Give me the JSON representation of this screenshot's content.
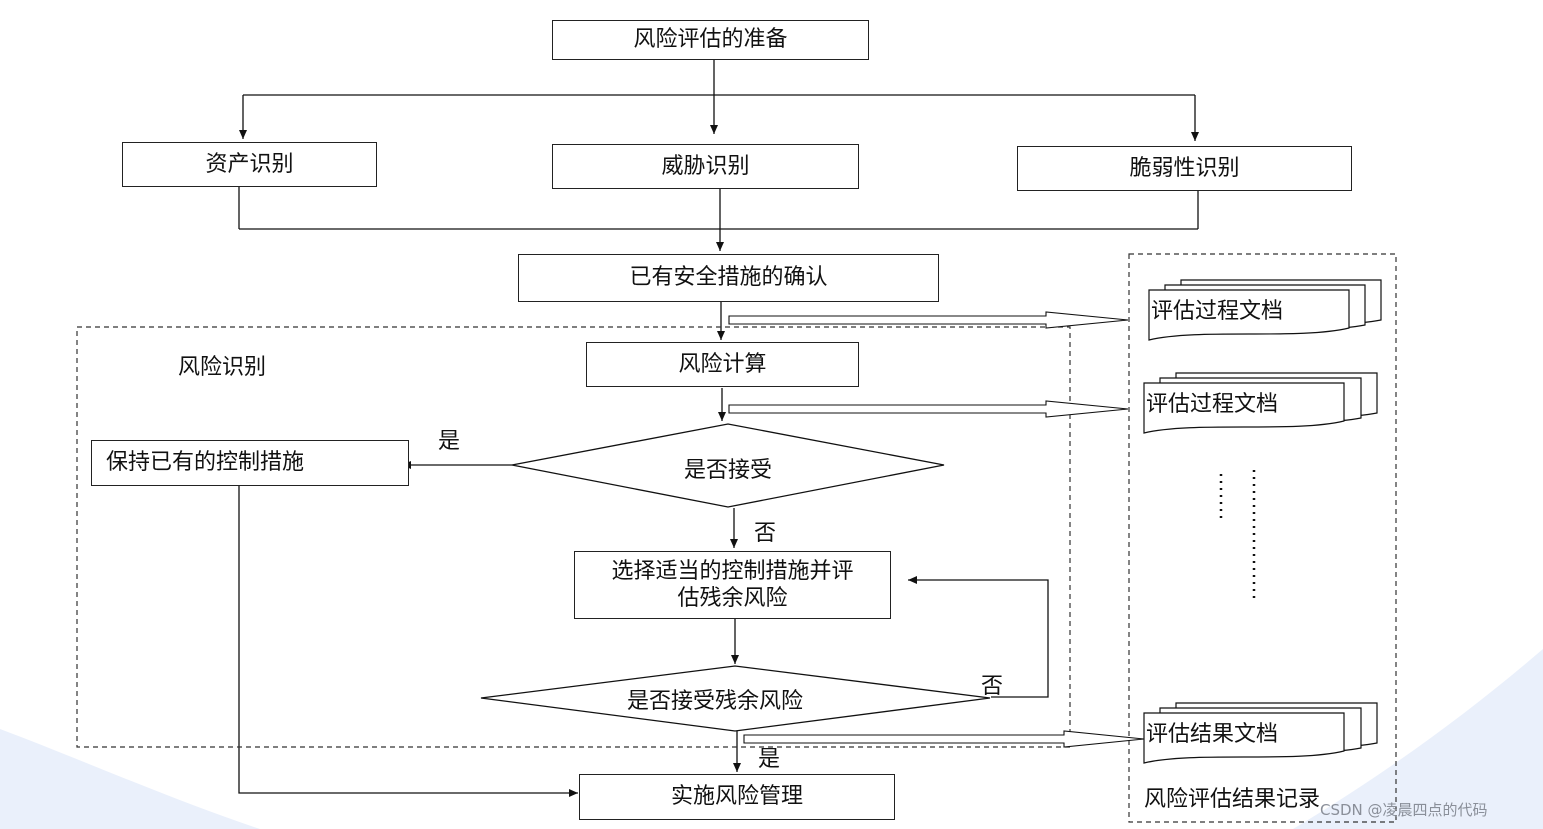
{
  "nodes": {
    "prep": "风险评估的准备",
    "asset": "资产识别",
    "threat": "威胁识别",
    "vuln": "脆弱性识别",
    "existing": "已有安全措施的确认",
    "calc": "风险计算",
    "accept": "是否接受",
    "keep": "保持已有的控制措施",
    "select_line1": "选择适当的控制措施并评",
    "select_line2": "估残余风险",
    "accept_residual": "是否接受残余风险",
    "implement": "实施风险管理"
  },
  "labels": {
    "risk_region": "风险识别",
    "yes1": "是",
    "no1": "否",
    "no2": "否",
    "yes2": "是",
    "records_title": "风险评估结果记录"
  },
  "documents": {
    "doc1": "评估过程文档",
    "doc2": "评估过程文档",
    "doc3": "评估结果文档"
  },
  "watermark": "CSDN @凌晨四点的代码",
  "colors": {
    "line": "#111111",
    "wave": "#e8eefb"
  }
}
